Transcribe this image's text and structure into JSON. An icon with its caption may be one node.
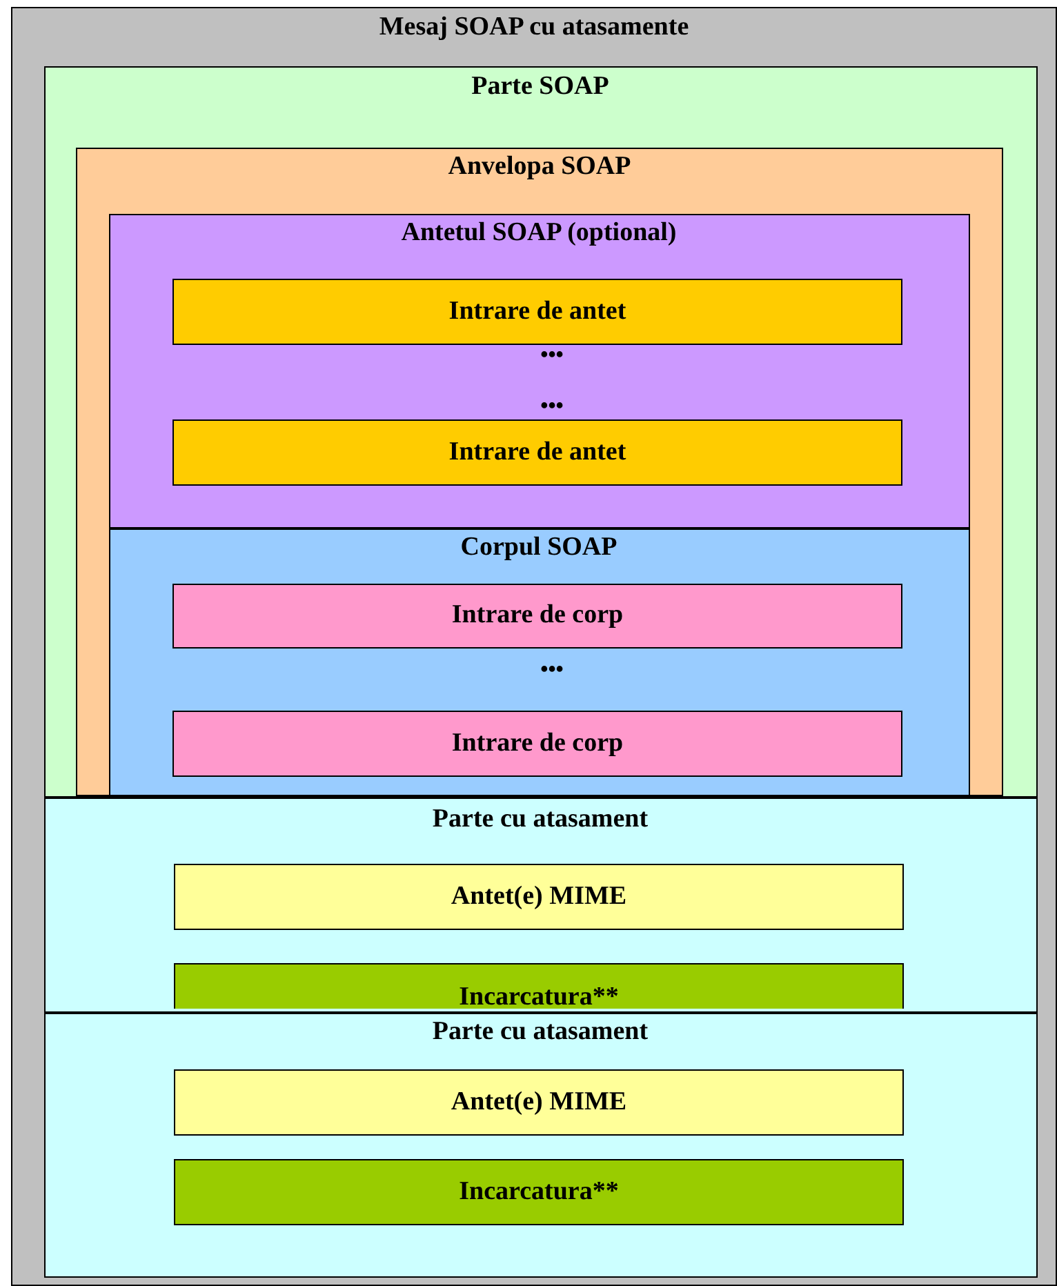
{
  "diagram": {
    "nodes": [
      {
        "text": [
          "Mesaj SOAP cu atasamente"
        ]
      },
      {
        "text": [
          "Parte SOAP"
        ],
        "in": 0
      },
      {
        "text": [
          "Anvelopa SOAP"
        ],
        "in": 1
      },
      {
        "text": [
          "Antetul SOAP (optional)"
        ],
        "in": 2
      },
      {
        "text": [
          "Intrare de antet"
        ],
        "in": 3
      },
      {
        "text": [
          "Intrare de antet"
        ],
        "in": 3
      },
      {
        "text": [
          "Corpul SOAP"
        ],
        "in": 2
      },
      {
        "text": [
          "Intrare de corp"
        ],
        "in": 6
      },
      {
        "text": [
          "Intrare de corp"
        ],
        "in": 6
      },
      {
        "text": [
          "Parte cu atasament"
        ],
        "in": 0
      },
      {
        "text": [
          "Antet(e) MIME"
        ],
        "in": 9
      },
      {
        "text": [
          "Incarcatura**"
        ],
        "in": 9
      },
      {
        "text": [
          "Parte cu atasament"
        ],
        "in": 0
      },
      {
        "text": [
          "Antet(e) MIME"
        ],
        "in": 12
      },
      {
        "text": [
          "Incarcatura**"
        ],
        "in": 12
      }
    ],
    "labels": [
      "•••",
      "•••",
      "•••"
    ]
  }
}
